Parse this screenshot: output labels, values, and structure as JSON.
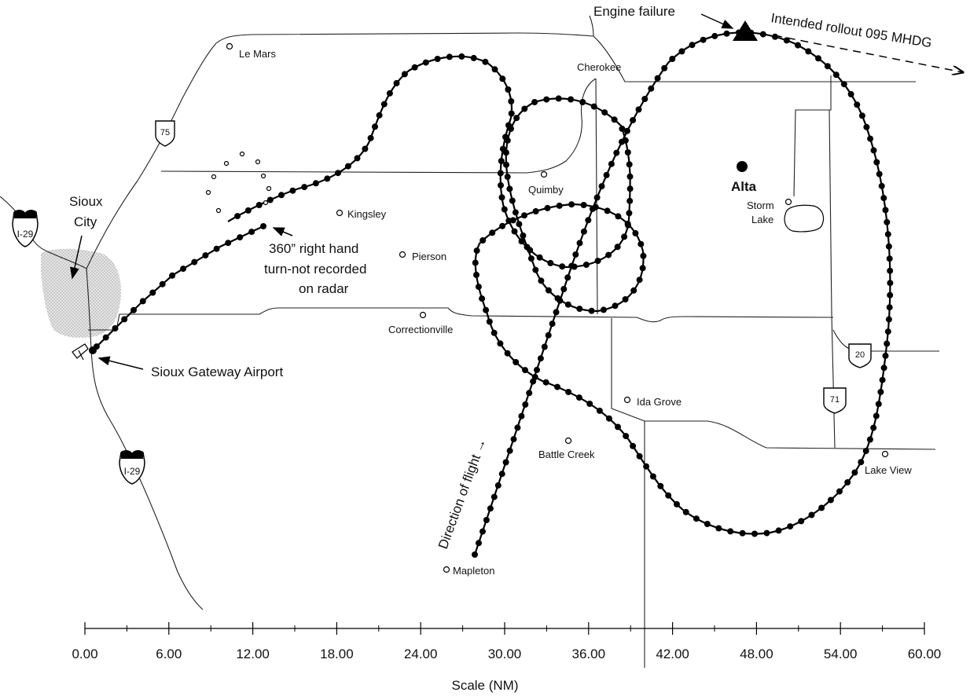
{
  "annotations": {
    "engine_failure": "Engine failure",
    "intended_rollout": "Intended rollout 095 MHDG",
    "sioux_city_line1": "Sioux",
    "sioux_city_line2": "City",
    "airport": "Sioux Gateway Airport",
    "turn_line1": "360” right hand",
    "turn_line2": "turn-not  recorded",
    "turn_line3": "on radar",
    "direction": "Direction of flight →",
    "alta": "Alta"
  },
  "towns": {
    "le_mars": "Le Mars",
    "cherokee": "Cherokee",
    "quimby": "Quimby",
    "kingsley": "Kingsley",
    "pierson": "Pierson",
    "correctionville": "Correctionville",
    "storm_lake_1": "Storm",
    "storm_lake_2": "Lake",
    "ida_grove": "Ida Grove",
    "battle_creek": "Battle Creek",
    "lake_view": "Lake View",
    "mapleton": "Mapleton"
  },
  "routes": {
    "i29_a": "I-29",
    "i29_b": "I-29",
    "us75": "75",
    "us20": "20",
    "us71": "71"
  },
  "scale": {
    "title": "Scale  (NM)",
    "ticks": [
      "0.00",
      "6.00",
      "12.00",
      "18.00",
      "24.00",
      "30.00",
      "36.00",
      "42.00",
      "48.00",
      "54.00",
      "60.00"
    ]
  },
  "colors": {
    "track": "#000000",
    "city_shade": "#cfcfcf"
  }
}
